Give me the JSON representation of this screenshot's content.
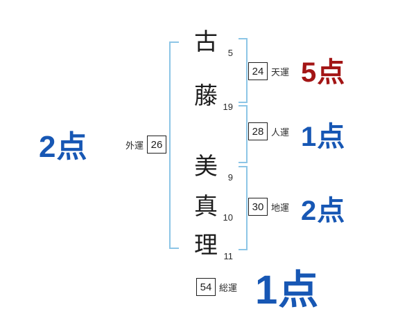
{
  "name": {
    "chars": [
      {
        "glyph": "古",
        "strokes": "5"
      },
      {
        "glyph": "藤",
        "strokes": "19"
      },
      {
        "glyph": "美",
        "strokes": "9"
      },
      {
        "glyph": "真",
        "strokes": "10"
      },
      {
        "glyph": "理",
        "strokes": "11"
      }
    ]
  },
  "fortunes": {
    "heaven": {
      "value": "24",
      "label": "天運",
      "score": "5点"
    },
    "person": {
      "value": "28",
      "label": "人運",
      "score": "1点"
    },
    "earth": {
      "value": "30",
      "label": "地運",
      "score": "2点"
    },
    "outer": {
      "value": "26",
      "label": "外運",
      "score": "2点"
    },
    "total": {
      "value": "54",
      "label": "総運",
      "score": "1点"
    }
  },
  "colors": {
    "score_blue": "#1757b4",
    "score_red": "#a31515",
    "bracket_blue": "#8cc5e6"
  }
}
